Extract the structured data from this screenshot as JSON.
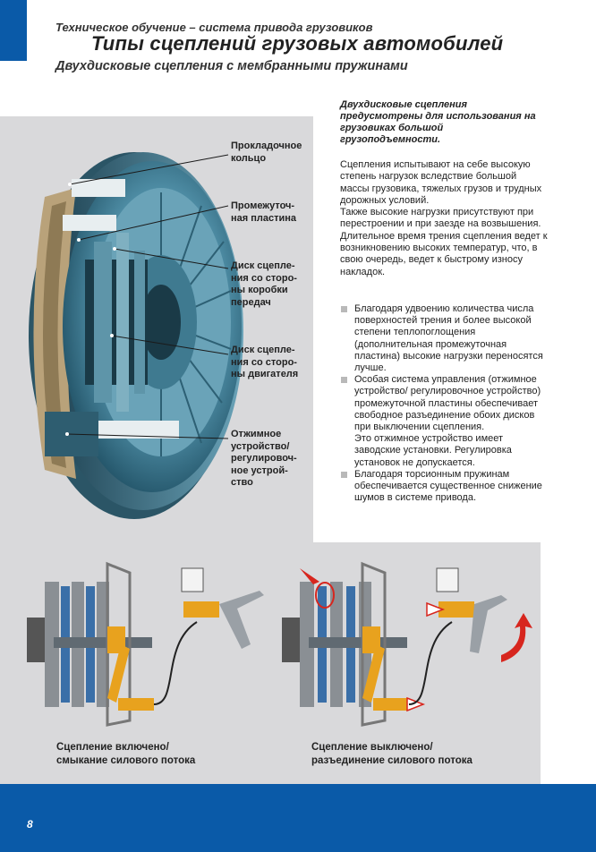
{
  "header": {
    "small": "Техническое обучение – система привода грузовиков",
    "title": "Типы сцеплений грузовых автомобилей",
    "subtitle": "Двухдисковые сцепления с мембранными пружинами"
  },
  "labels": [
    "Прокладочное\nкольцо",
    "Промежуточ-\nная пластина",
    "Диск сцепле-\nния со сторо-\nны коробки\nпередач",
    "Диск сцепле-\nния со сторо-\nны двигателя",
    "Отжимное\nустройство/\nрегулировоч-\nное устрой-\nство"
  ],
  "intro": "Двухдисковые сцепления предусмотрены для использования на грузовиках большой грузоподъемности.",
  "body": [
    "Сцепления испытывают на себе высокую степень нагрузок вследствие большой массы грузовика, тяжелых грузов и трудных дорожных условий.",
    "Также высокие нагрузки присутствуют при перестроении и при заезде на возвышения.",
    "Длительное время трения сцепления ведет к возникновению высоких температур, что, в свою очередь, ведет к быстрому износу накладок."
  ],
  "bullets": [
    "Благодаря удвоению количества числа поверхностей трения и более высокой степени теплопоглощения (дополнительная промежуточная пластина) высокие нагрузки переносятся лучше.",
    "Особая система управления (отжимное устройство/ регулировочное устройство) промежуточной пластины обеспечивает свободное разъединение обоих дисков при выключении сцепления.\nЭто отжимное устройство имеет заводские установки. Регулировка установок не   допускается.",
    "Благодаря торсионным пружинам обеспечивается существенное снижение шумов в системе привода."
  ],
  "captions": {
    "engaged_1": "Сцепление включено/",
    "engaged_2": "смыкание силового потока",
    "disengaged_1": "Сцепление выключено/",
    "disengaged_2": "разъединение силового потока"
  },
  "page_number": "8",
  "colors": {
    "brand_blue": "#0a5aa8",
    "panel_grey": "#d9d9db",
    "clutch_teal": "#4f8ea6",
    "actuator_orange": "#e8a21e",
    "arrow_red": "#d7261e"
  }
}
